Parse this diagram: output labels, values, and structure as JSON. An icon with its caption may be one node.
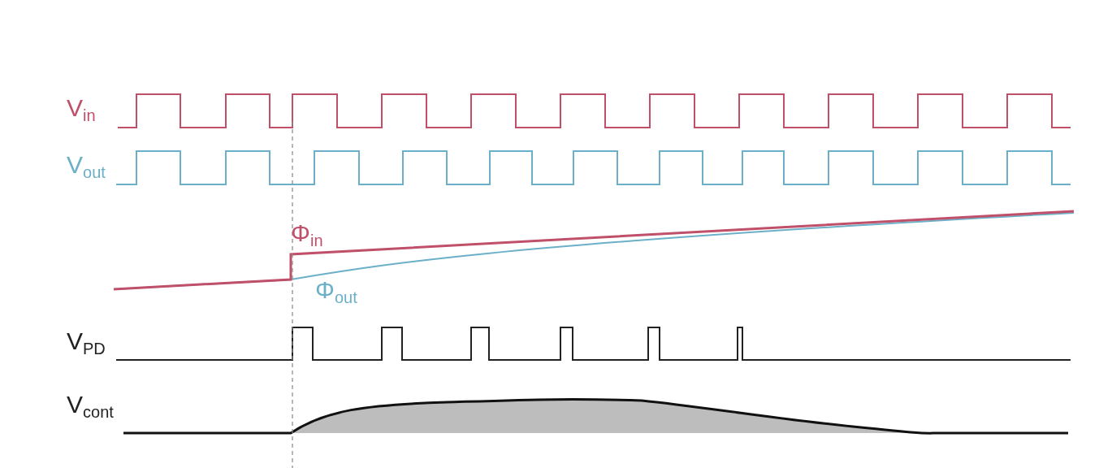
{
  "diagram": {
    "labels": [
      "V$_{in}$",
      "V$_{out}$",
      "Φ$_{in}$",
      "Φ$_{out}$",
      "V$_{PD}$",
      "V$_{cont}$"
    ]
  }
}
